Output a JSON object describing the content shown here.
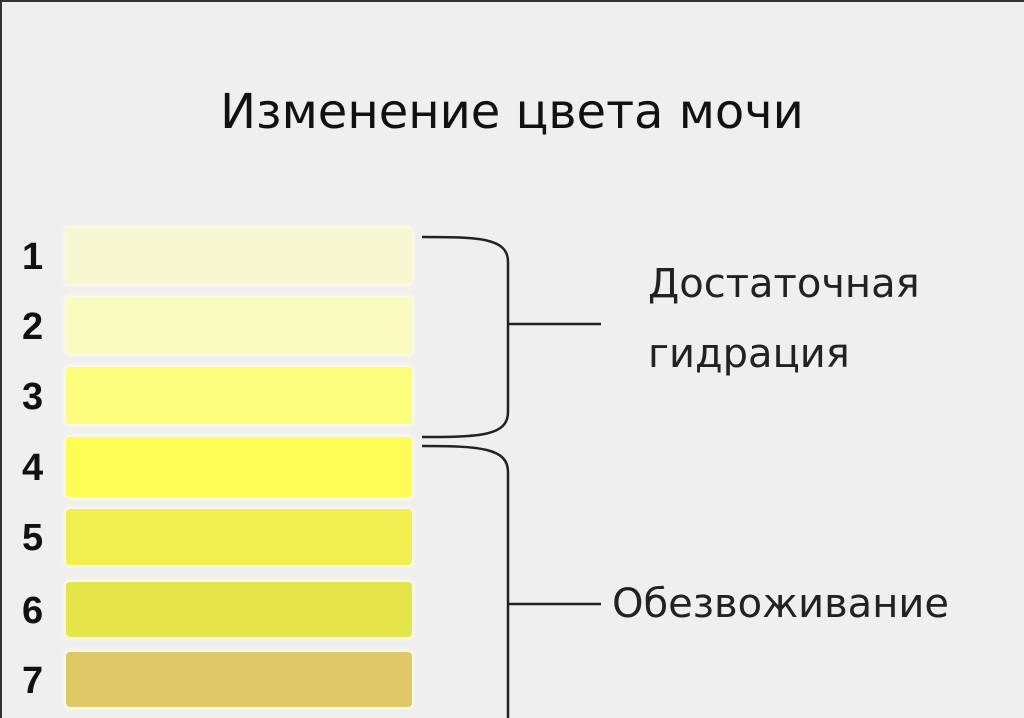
{
  "title": "Изменение цвета мочи",
  "scale": [
    {
      "number": "1",
      "color": "#f7f7d2"
    },
    {
      "number": "2",
      "color": "#f9fbc0"
    },
    {
      "number": "3",
      "color": "#fcfd7c"
    },
    {
      "number": "4",
      "color": "#fdfd55"
    },
    {
      "number": "5",
      "color": "#f2ef50"
    },
    {
      "number": "6",
      "color": "#e3e54a"
    },
    {
      "number": "7",
      "color": "#e0c866"
    }
  ],
  "groups": {
    "hydrated": {
      "line1": "Достаточная",
      "line2": "гидрация",
      "range": [
        1,
        3
      ]
    },
    "dehydrated": {
      "label": "Обезвоживание",
      "range": [
        4,
        7
      ]
    }
  }
}
